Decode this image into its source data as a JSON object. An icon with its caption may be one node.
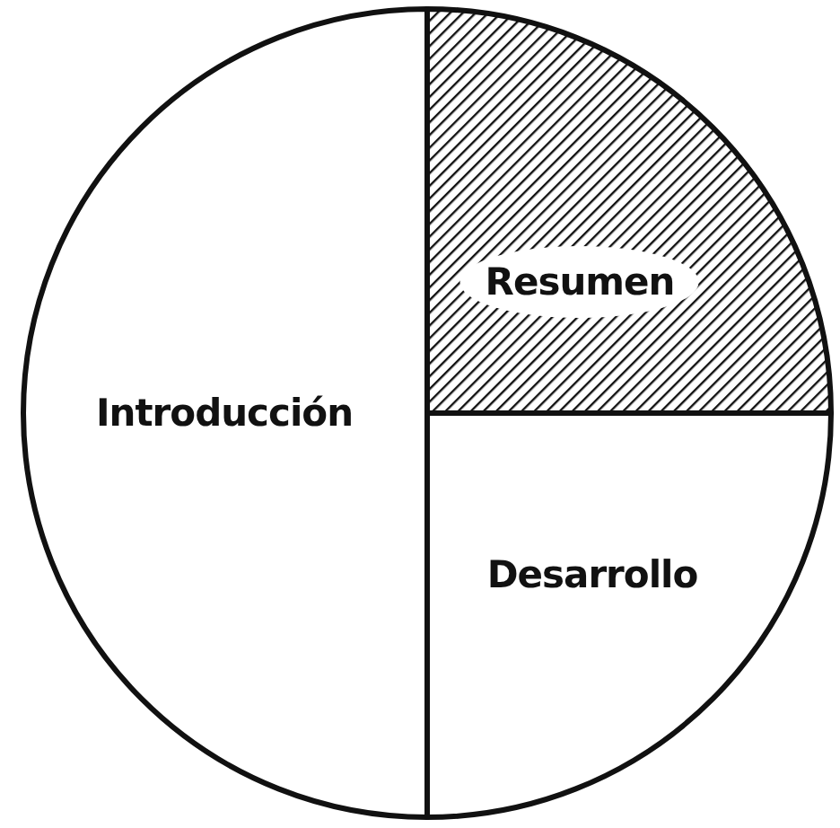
{
  "diagram": {
    "nodes": [
      {
        "text": [
          "Introducción"
        ]
      },
      {
        "text": [
          "Resumen"
        ]
      },
      {
        "text": [
          "Desarrollo"
        ]
      }
    ]
  }
}
